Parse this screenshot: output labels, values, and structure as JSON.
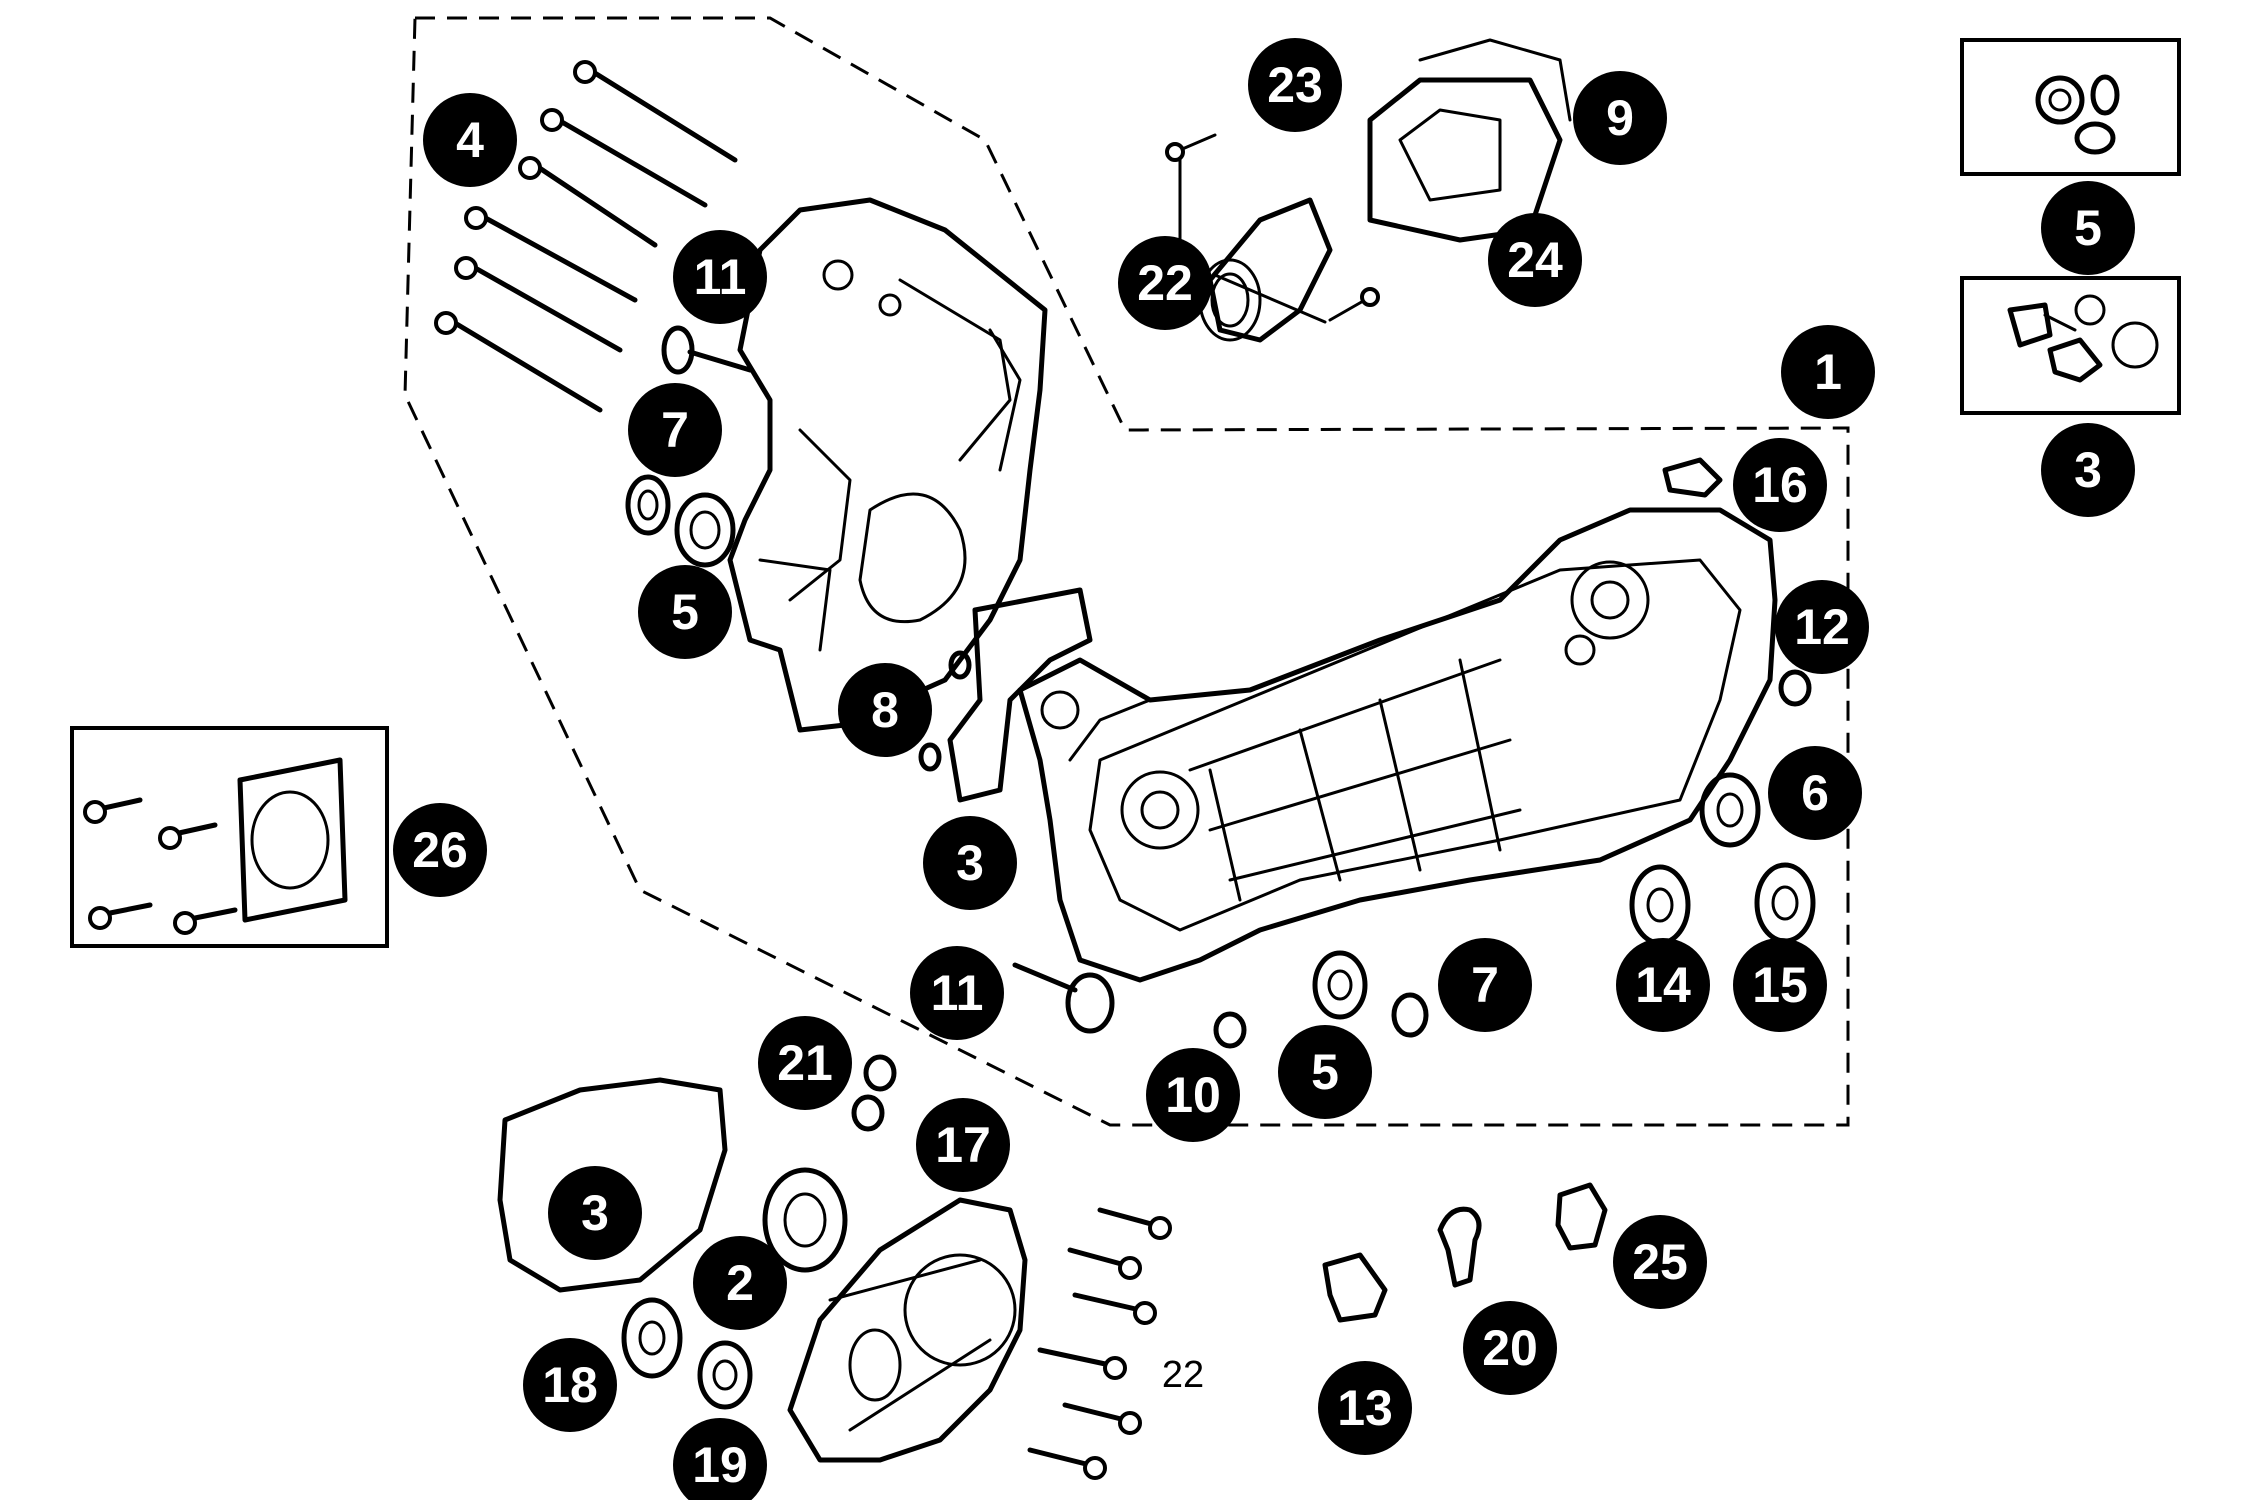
{
  "diagram": {
    "callouts": [
      {
        "id": "c23",
        "label": "23"
      },
      {
        "id": "c9",
        "label": "9"
      },
      {
        "id": "c22a",
        "label": "22"
      },
      {
        "id": "c24",
        "label": "24"
      },
      {
        "id": "c4",
        "label": "4"
      },
      {
        "id": "c11a",
        "label": "11"
      },
      {
        "id": "c7a",
        "label": "7"
      },
      {
        "id": "c5a",
        "label": "5"
      },
      {
        "id": "c8",
        "label": "8"
      },
      {
        "id": "c1",
        "label": "1"
      },
      {
        "id": "c16",
        "label": "16"
      },
      {
        "id": "c12",
        "label": "12"
      },
      {
        "id": "c6",
        "label": "6"
      },
      {
        "id": "c3a",
        "label": "3"
      },
      {
        "id": "c14",
        "label": "14"
      },
      {
        "id": "c15",
        "label": "15"
      },
      {
        "id": "c11b",
        "label": "11"
      },
      {
        "id": "c7b",
        "label": "7"
      },
      {
        "id": "c5b",
        "label": "5"
      },
      {
        "id": "c10",
        "label": "10"
      },
      {
        "id": "c21",
        "label": "21"
      },
      {
        "id": "c17",
        "label": "17"
      },
      {
        "id": "c3b",
        "label": "3"
      },
      {
        "id": "c2",
        "label": "2"
      },
      {
        "id": "c18",
        "label": "18"
      },
      {
        "id": "c19",
        "label": "19"
      },
      {
        "id": "c13",
        "label": "13"
      },
      {
        "id": "c20",
        "label": "20"
      },
      {
        "id": "c25",
        "label": "25"
      },
      {
        "id": "c26",
        "label": "26"
      },
      {
        "id": "c5box",
        "label": "5"
      },
      {
        "id": "c3box",
        "label": "3"
      }
    ],
    "plain_label": "22"
  }
}
